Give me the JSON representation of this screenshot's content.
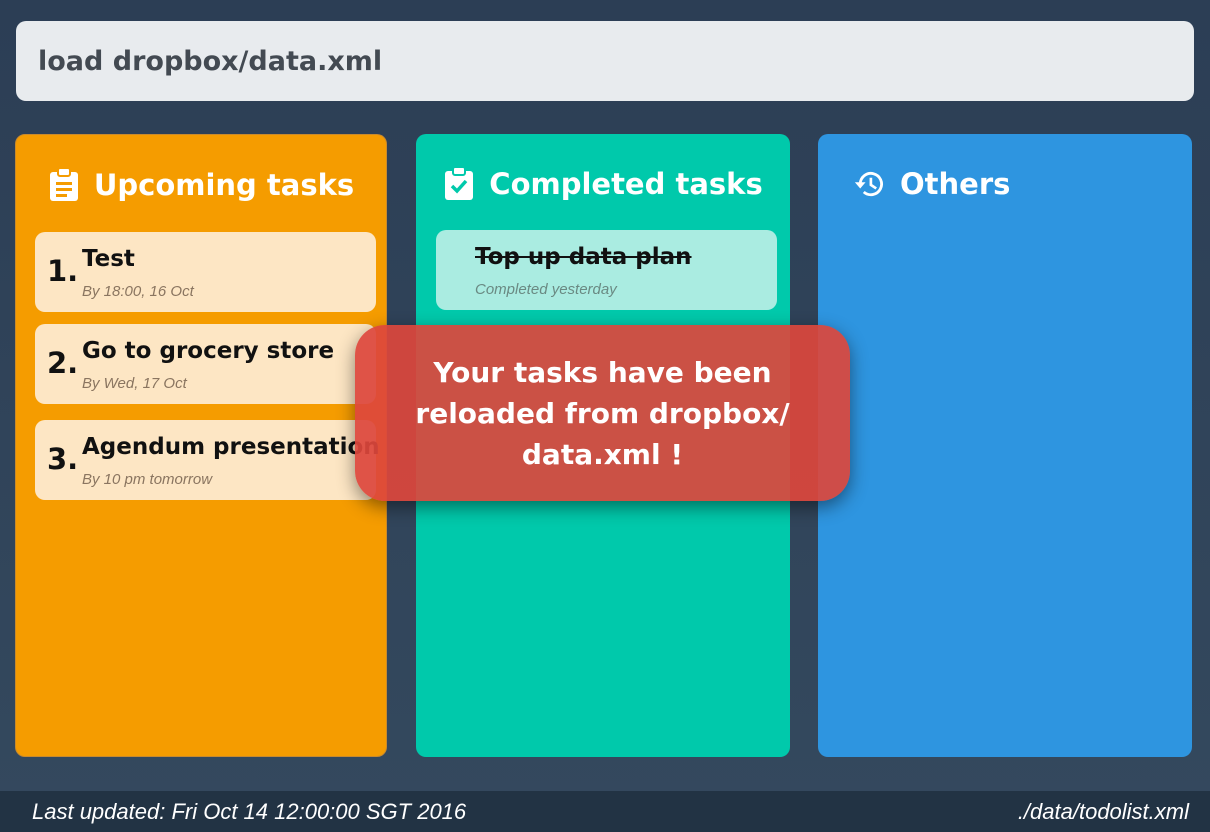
{
  "command_bar": {
    "value": "load dropbox/data.xml"
  },
  "upcoming": {
    "title": "Upcoming tasks",
    "icon": "clipboard-list-icon",
    "tasks": [
      {
        "num": "1.",
        "name": "Test",
        "due": "By 18:00, 16 Oct"
      },
      {
        "num": "2.",
        "name": "Go to grocery store",
        "due": "By Wed, 17 Oct"
      },
      {
        "num": "3.",
        "name": "Agendum presentation",
        "due": "By 10 pm tomorrow"
      }
    ]
  },
  "completed": {
    "title": "Completed tasks",
    "icon": "clipboard-check-icon",
    "tasks": [
      {
        "name": "Top up data plan",
        "status": "Completed yesterday"
      }
    ]
  },
  "others": {
    "title": "Others",
    "icon": "history-icon"
  },
  "toast": {
    "message": "Your tasks have been reloaded from dropbox/ data.xml !"
  },
  "footer": {
    "last_updated": "Last updated: Fri Oct 14 12:00:00 SGT 2016",
    "file_path": "./data/todolist.xml"
  },
  "colors": {
    "upcoming": "#f59c00",
    "completed": "#00c9ab",
    "others": "#2e95e0",
    "toast": "#dc463c"
  }
}
